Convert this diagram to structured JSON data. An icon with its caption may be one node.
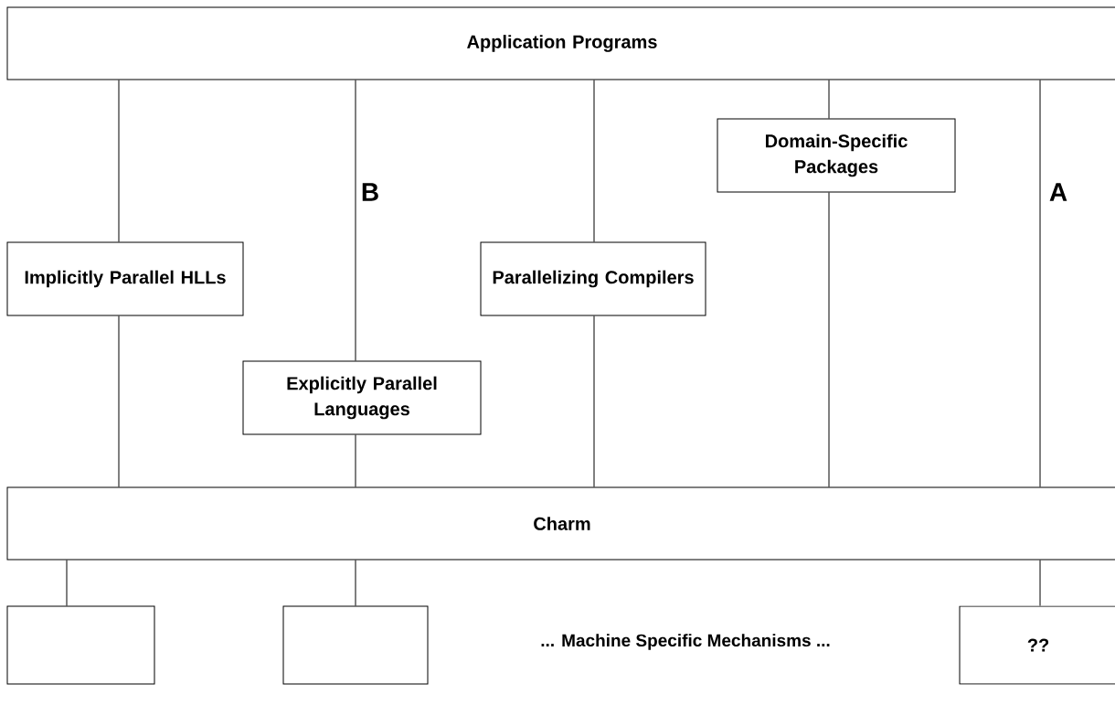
{
  "diagram": {
    "nodes": [
      {
        "text": [
          "Application Programs"
        ]
      },
      {
        "text": [
          "Implicitly Parallel HLLs"
        ]
      },
      {
        "text": [
          "Explicitly Parallel Languages"
        ]
      },
      {
        "text": [
          "Parallelizing Compilers"
        ]
      },
      {
        "text": [
          "Domain-Specific Packages"
        ]
      },
      {
        "text": [
          "Charm"
        ]
      },
      {
        "text": [],
        "shape": "box"
      },
      {
        "text": [],
        "shape": "box"
      },
      {
        "text": [
          "??"
        ]
      }
    ],
    "edges": [
      {
        "from": 0,
        "to": 1,
        "arrow": "none"
      },
      {
        "from": 1,
        "to": 5,
        "arrow": "none"
      },
      {
        "from": 0,
        "to": 2,
        "arrow": "none"
      },
      {
        "from": 2,
        "to": 5,
        "arrow": "none"
      },
      {
        "from": 0,
        "to": 3,
        "arrow": "none"
      },
      {
        "from": 3,
        "to": 5,
        "arrow": "none"
      },
      {
        "from": 0,
        "to": 4,
        "arrow": "none"
      },
      {
        "from": 4,
        "to": 5,
        "arrow": "none"
      },
      {
        "from": 0,
        "to": 5,
        "arrow": "none"
      },
      {
        "from": 5,
        "to": 6,
        "arrow": "none"
      },
      {
        "from": 5,
        "to": 7,
        "arrow": "none"
      },
      {
        "from": 5,
        "to": 8,
        "arrow": "none"
      }
    ],
    "labels": [
      "B",
      "A",
      "... Machine Specific Mechanisms ..."
    ]
  }
}
